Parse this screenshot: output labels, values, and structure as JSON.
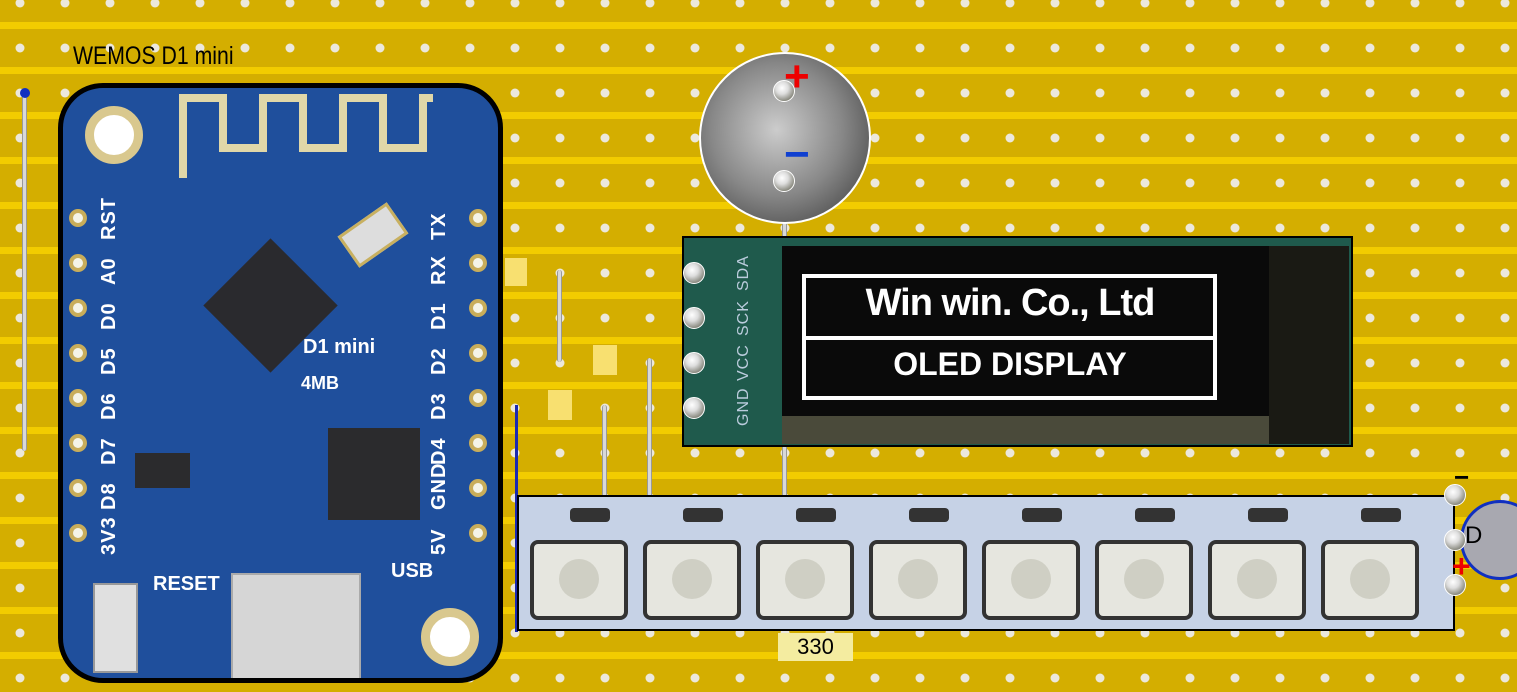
{
  "wemos": {
    "title": "WEMOS D1 mini",
    "left_pins": [
      "RST",
      "A0",
      "D0",
      "D5",
      "D6",
      "D7",
      "D8",
      "3V3"
    ],
    "right_pins": [
      "TX",
      "RX",
      "D1",
      "D2",
      "D3",
      "D4",
      "GND",
      "5V"
    ],
    "silk_name": "D1 mini",
    "flash": "4MB",
    "reset_label": "RESET",
    "usb_label": "USB"
  },
  "buzzer": {
    "plus": "+",
    "minus": "−"
  },
  "oled": {
    "pins": [
      "SDA",
      "SCK",
      "VCC",
      "GND"
    ],
    "line1": "Win win. Co., Ltd",
    "line2": "OLED DISPLAY"
  },
  "led_strip": {
    "led_count": 8,
    "minus": "−"
  },
  "resistor": {
    "value": "330"
  },
  "capacitor": {
    "label": "D",
    "plus": "+"
  },
  "colors": {
    "board": "#d4ae00",
    "strip_gap": "#f2cc00",
    "pcb_blue": "#1f4f9c",
    "oled_green": "#1f5a4c"
  }
}
